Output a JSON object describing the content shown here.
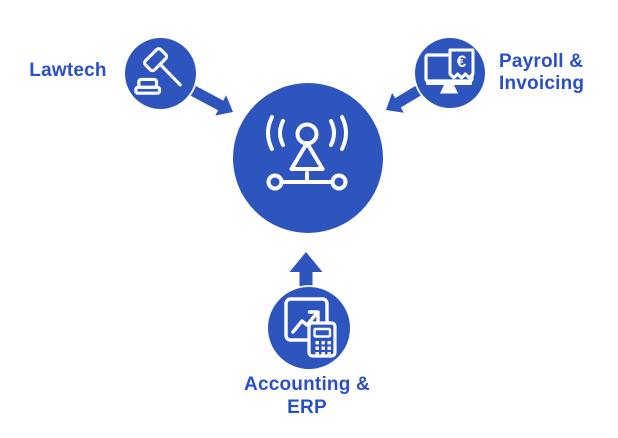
{
  "colors": {
    "circle_blue": "#2E54BE",
    "label_blue": "#2A50C8",
    "icon_white": "#ffffff"
  },
  "hub": {
    "icon": "broadcast-antenna-icon"
  },
  "nodes": {
    "lawtech": {
      "label": "Lawtech",
      "icon": "gavel-icon"
    },
    "payroll": {
      "label_line1": "Payroll &",
      "label_line2": "Invoicing",
      "euro_symbol": "€",
      "icon": "monitor-euro-invoice-icon"
    },
    "accounting": {
      "label_line1": "Accounting &",
      "label_line2": "ERP",
      "icon": "chart-calculator-icon"
    }
  }
}
